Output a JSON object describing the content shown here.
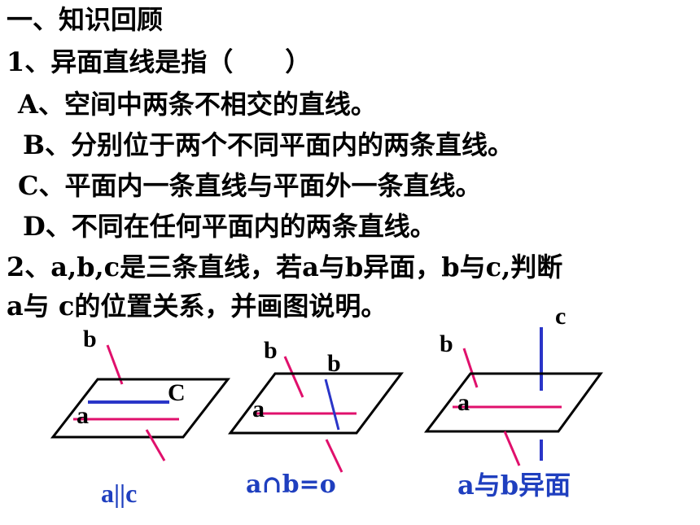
{
  "section_title": "一、知识回顾",
  "question1": {
    "stem": "1、异面直线是指（　　）",
    "options": [
      "A、空间中两条不相交的直线。",
      "B、分别位于两个不同平面内的两条直线。",
      "C、平面内一条直线与平面外一条直线。",
      "D、不同在任何平面内的两条直线。"
    ]
  },
  "question2": {
    "line1": "2、a,b,c是三条直线，若a与b异面，b与c,判断",
    "line2": "a与 c的位置关系，并画图说明。"
  },
  "figures": [
    {
      "labels": {
        "b": "b",
        "c": "C",
        "a": "a"
      },
      "caption": "a||c"
    },
    {
      "labels": {
        "b1": "b",
        "b2": "b",
        "a": "a"
      },
      "caption": "a∩b=o"
    },
    {
      "labels": {
        "c": "c",
        "b": "b",
        "a": "a"
      },
      "caption": "a与b异面"
    }
  ],
  "colors": {
    "line_a": "#e0106c",
    "line_b": "#e0106c",
    "line_c": "#2a35c8",
    "caption": "#1f3fbf",
    "plane": "#000000"
  }
}
